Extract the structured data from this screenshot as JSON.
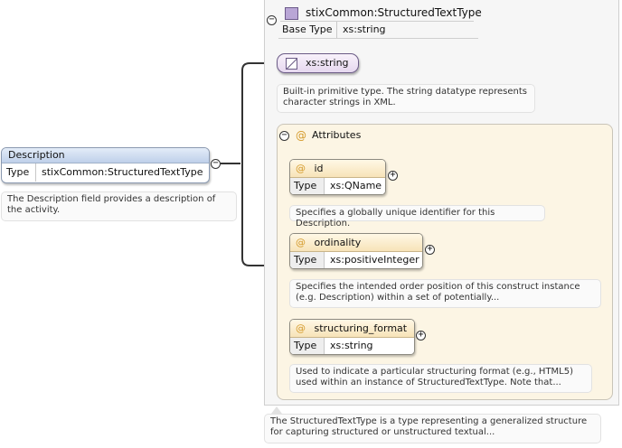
{
  "element": {
    "name": "Description",
    "type_label": "Type",
    "type_value": "stixCommon:StructuredTextType",
    "doc": "The Description field provides a description of the activity."
  },
  "complex_type": {
    "name": "stixCommon:StructuredTextType",
    "base_label": "Base Type",
    "base_value": "xs:string",
    "doc": "The StructuredTextType is a type representing a generalized structure for capturing structured or unstructured textual..."
  },
  "simple_type": {
    "name": "xs:string",
    "doc": "Built-in primitive type. The string datatype represents character strings in XML."
  },
  "attributes": {
    "title": "Attributes",
    "at_symbol": "@",
    "items": [
      {
        "name": "id",
        "type_label": "Type",
        "type_value": "xs:QName",
        "doc": "Specifies a globally unique identifier for this Description."
      },
      {
        "name": "ordinality",
        "type_label": "Type",
        "type_value": "xs:positiveInteger",
        "doc": "Specifies the intended order position of this construct instance (e.g. Description) within a set of potentially..."
      },
      {
        "name": "structuring_format",
        "type_label": "Type",
        "type_value": "xs:string",
        "doc": "Used to indicate a particular structuring format (e.g., HTML5) used within an instance of StructuredTextType. Note that..."
      }
    ]
  },
  "glyphs": {
    "collapse": "−",
    "expand": "+"
  },
  "colors": {
    "element_header": "#bfd0ea",
    "attribute_header": "#f7e3b8",
    "attributes_panel": "#fcf5e4",
    "simple_type": "#e6d8ef",
    "at_symbol": "#d49a2a"
  }
}
